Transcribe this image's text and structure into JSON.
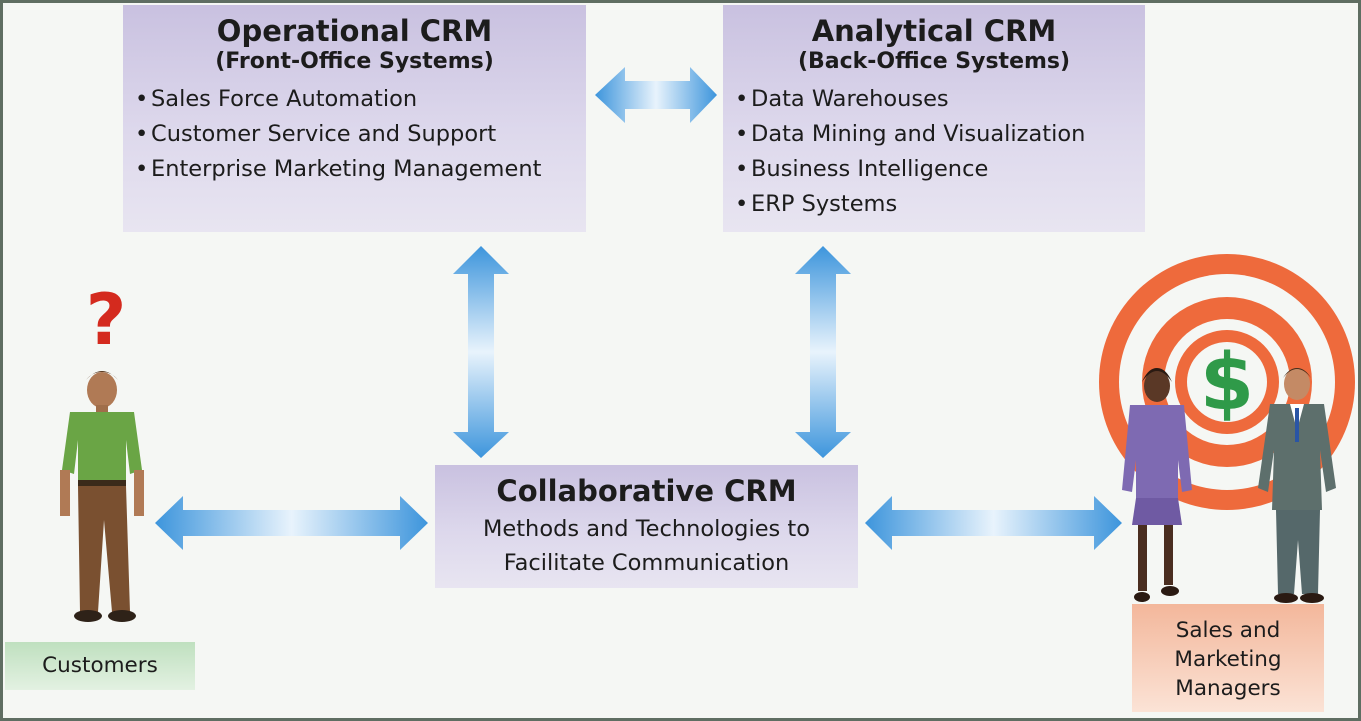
{
  "operational": {
    "title": "Operational CRM",
    "subtitle": "(Front-Office Systems)",
    "items": [
      "Sales Force Automation",
      "Customer Service and Support",
      "Enterprise Marketing Management"
    ]
  },
  "analytical": {
    "title": "Analytical CRM",
    "subtitle": "(Back-Office Systems)",
    "items": [
      "Data Warehouses",
      "Data Mining and Visualization",
      "Business Intelligence",
      "ERP Systems"
    ]
  },
  "collaborative": {
    "title": "Collaborative CRM",
    "description_line1": "Methods and Technologies to",
    "description_line2": "Facilitate Communication"
  },
  "customers": {
    "label": "Customers",
    "symbol": "?"
  },
  "managers": {
    "label_line1": "Sales and",
    "label_line2": "Marketing",
    "label_line3": "Managers",
    "symbol": "$"
  },
  "bullet": "•",
  "colors": {
    "box_fill": "#d8d2ea",
    "arrow": "#5aa6e0",
    "question_mark": "#d42a1e",
    "target_ring": "#ee6a3c",
    "dollar": "#2f9a49",
    "customers_label_bg": "#cfe8ce",
    "managers_label_bg": "#f7c9b3"
  }
}
